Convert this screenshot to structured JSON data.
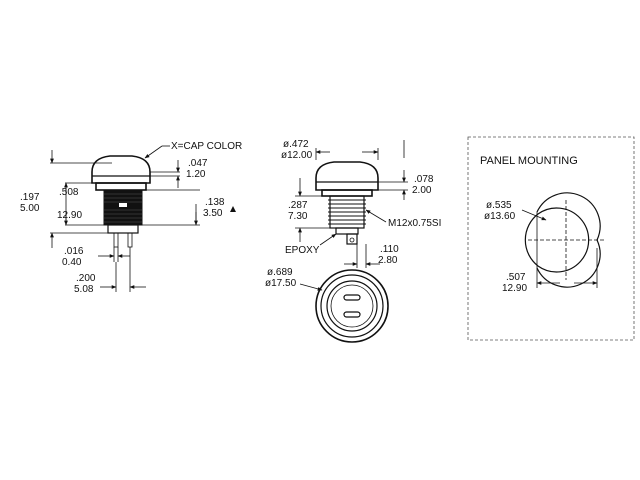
{
  "side_view": {
    "cap_label": "X=CAP COLOR",
    "dim_cap_height_in": ".047",
    "dim_cap_height_mm": "1.20",
    "dim_overall_in": ".197",
    "dim_overall_mm": "5.00",
    "dim_body_in": ".508",
    "dim_body_mm": "12.90",
    "dim_offset_in": ".138",
    "dim_offset_mm": "3.50",
    "dim_pin_in": ".016",
    "dim_pin_mm": "0.40",
    "dim_pitch_in": ".200",
    "dim_pitch_mm": "5.08"
  },
  "center_view": {
    "dim_cap_dia_in": "ø.472",
    "dim_cap_dia_mm": "ø12.00",
    "dim_cap_gap_in": ".078",
    "dim_cap_gap_mm": "2.00",
    "dim_thread_len_in": ".287",
    "dim_thread_len_mm": "7.30",
    "thread_label": "M12x0.75SI",
    "epoxy_label": "EPOXY",
    "dim_term_in": ".110",
    "dim_term_mm": "2.80",
    "dim_nut_dia_in": "ø.689",
    "dim_nut_dia_mm": "ø17.50"
  },
  "panel_mounting": {
    "title": "PANEL MOUNTING",
    "dim_hole_dia_in": "ø.535",
    "dim_hole_dia_mm": "ø13.60",
    "dim_flat_in": ".507",
    "dim_flat_mm": "12.90"
  }
}
